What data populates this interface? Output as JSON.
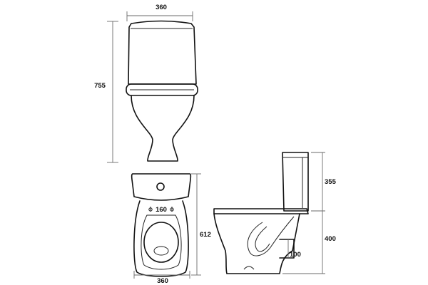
{
  "dimensions": {
    "front_width_top": "360",
    "front_height": "755",
    "bolt_spacing": "160",
    "plan_depth": "612",
    "plan_width": "360",
    "side_cistern_height": "355",
    "side_pan_height": "400",
    "outlet_size": "100"
  }
}
